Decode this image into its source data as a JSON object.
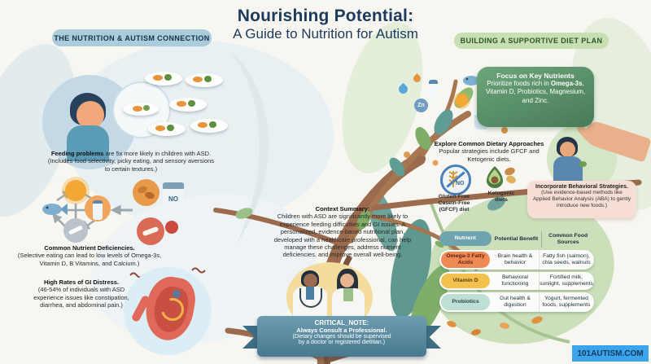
{
  "page": {
    "title_line1": "Nourishing Potential:",
    "title_line2": "A Guide to Nutrition for Autism",
    "watermark": "101AUTISM.COM"
  },
  "left": {
    "badge": "THE NUTRITION & AUTISM CONNECTION",
    "feeding_bold": "Feeding problems",
    "feeding_rest": " are 5x more likely in children with ASD.",
    "feeding_sub": "(Includes food selectivity, picky eating, and sensory aversions to certain textures.)",
    "deficiency_bold": "Common Nutrient Deficiencies.",
    "deficiency_sub": "(Selective eating can lead to low levels of Omega-3s, Vitamin D, B Vitamins, and Calcium.)",
    "gi_bold": "High Rates of GI Distress.",
    "gi_sub": "(46-54% of individuals with ASD experience issues like constipation, diarrhea, and abdominal pain.)",
    "milk_no": "NO"
  },
  "center": {
    "context_heading": "Context Summary:",
    "context_body": "Children with ASD are significantly more likely to experience feeding difficulties and GI issues. A personalized, evidence-based nutritional plan, developed with a healthcare professional, can help manage these challenges, address nutrient deficiencies, and improve overall well-being.",
    "note_line1": "CRITICAL_NOTE:",
    "note_line2": "Always Consult a Professional.",
    "note_line3": "(Dietary changes should be supervised",
    "note_line4": "by a doctor or registered dietitian.)"
  },
  "right": {
    "badge": "BUILDING A SUPPORTIVE DIET PLAN",
    "nutrients_heading": "Focus on Key Nutrients",
    "nutrients_body_pre": "Prioritize foods rich in ",
    "nutrients_body_bold": "Omega-3s",
    "nutrients_body_post": ", Vitamin D, Probiotics, Magnesium, and Zinc.",
    "dietary_heading": "Explore Common Dietary Approaches",
    "dietary_body": "Popular strategies include GFCF and Ketogenic diets.",
    "gfcf_no": "NO",
    "gfcf_label": "Gluten-Free Casein-Free (GFCF) diet",
    "keto_label": "Ketogenic diets",
    "behavioral_bold": "Incorporate Behavioral Strategies.",
    "behavioral_sub": "(Use evidence-based methods like Applied Behavior Analysis (ABA) to gently introduce new foods.)",
    "zn": "Zn",
    "table": {
      "headers": [
        "Nutrient",
        "Potential Benefit",
        "Common Food Sources"
      ],
      "rows": [
        {
          "nutrient": "Omega-3 Fatty Acids",
          "benefit": "Brain health & behavior",
          "sources": "Fatty fish (salmon), chia seeds, walnuts",
          "color": "#ef8a55"
        },
        {
          "nutrient": "Vitamin D",
          "benefit": "Behavioral functioning",
          "sources": "Fortified milk, sunlight, supplements",
          "color": "#f2c14e"
        },
        {
          "nutrient": "Probiotics",
          "benefit": "Gut health & digestion",
          "sources": "Yogurt, fermented foods, supplements",
          "color": "#bfded6"
        }
      ]
    }
  },
  "colors": {
    "navy": "#1b3a5c",
    "badge_blue": "#abccd8",
    "badge_green": "#c8dfb4",
    "green_box": "#4f8a63",
    "behavioral_pink": "#f6ded6",
    "ribbon_teal": "#49798f",
    "watermark_blue": "#3ba4ea",
    "omega_pill": "#ef8a55",
    "vitamind_pill": "#f2c14e",
    "probiotics_pill": "#bfded6",
    "header_pill": "#6fa3ad"
  }
}
